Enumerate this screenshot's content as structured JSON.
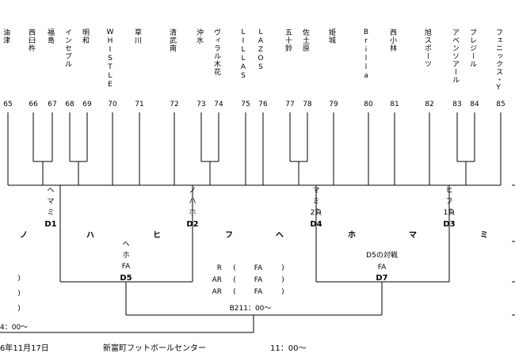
{
  "teams": [
    {
      "name": "油津",
      "seed": "65"
    },
    {
      "name": "西臼杵",
      "seed": "66"
    },
    {
      "name": "福島",
      "seed": "67"
    },
    {
      "name": "インセプル",
      "seed": "68"
    },
    {
      "name": "明和",
      "seed": "69"
    },
    {
      "name": "WHISTLE",
      "seed": "70"
    },
    {
      "name": "草川",
      "seed": "71"
    },
    {
      "name": "清武南",
      "seed": "72"
    },
    {
      "name": "沖水",
      "seed": "73"
    },
    {
      "name": "ヴィラル木花",
      "seed": "74"
    },
    {
      "name": "LILLAS",
      "seed": "75"
    },
    {
      "name": "LAZOS",
      "seed": "76"
    },
    {
      "name": "五十鈴",
      "seed": "77"
    },
    {
      "name": "佐土原",
      "seed": "78"
    },
    {
      "name": "姫城",
      "seed": "79"
    },
    {
      "name": "Brilla",
      "seed": "80"
    },
    {
      "name": "西小林",
      "seed": "81"
    },
    {
      "name": "旭スポーツ",
      "seed": "82"
    },
    {
      "name": "アベンソアール",
      "seed": "83"
    },
    {
      "name": "プレジール",
      "seed": "84"
    },
    {
      "name": "フェニックス・Y",
      "seed": "85"
    }
  ],
  "matches": {
    "d1": {
      "code": "D1",
      "notes": [
        "ヘ",
        "マ",
        "ミ"
      ]
    },
    "d2": {
      "code": "D2",
      "notes": [
        "ノ",
        "ハ",
        "ホ"
      ]
    },
    "d4": {
      "code": "D4",
      "notes": [
        "マ",
        "ミ",
        "2負"
      ]
    },
    "d3": {
      "code": "D3",
      "notes": [
        "ヒ",
        "フ",
        "1負"
      ]
    },
    "d5": {
      "code": "D5",
      "notes": [
        "ヘ",
        "ホ",
        "FA"
      ]
    },
    "d7": {
      "code": "D7",
      "notes": [
        "D5の対戦",
        "FA"
      ]
    }
  },
  "kana_labels": [
    "ノ",
    "ハ",
    "ヒ",
    "フ",
    "ヘ",
    "ホ",
    "マ",
    "ミ"
  ],
  "referee": {
    "rows": [
      {
        "role": "R",
        "open": "(",
        "value": "FA",
        "close": ")"
      },
      {
        "role": "AR",
        "open": "(",
        "value": "FA",
        "close": ")"
      },
      {
        "role": "AR",
        "open": "(",
        "value": "FA",
        "close": ")"
      }
    ]
  },
  "final_label": "B211：00〜",
  "left_partial": {
    "parens": [
      ")",
      ")",
      ")"
    ],
    "time": "4：00〜"
  },
  "footer": {
    "date": "6年11月17日",
    "venue": "新富町フットボールセンター",
    "time": "11：00〜"
  }
}
